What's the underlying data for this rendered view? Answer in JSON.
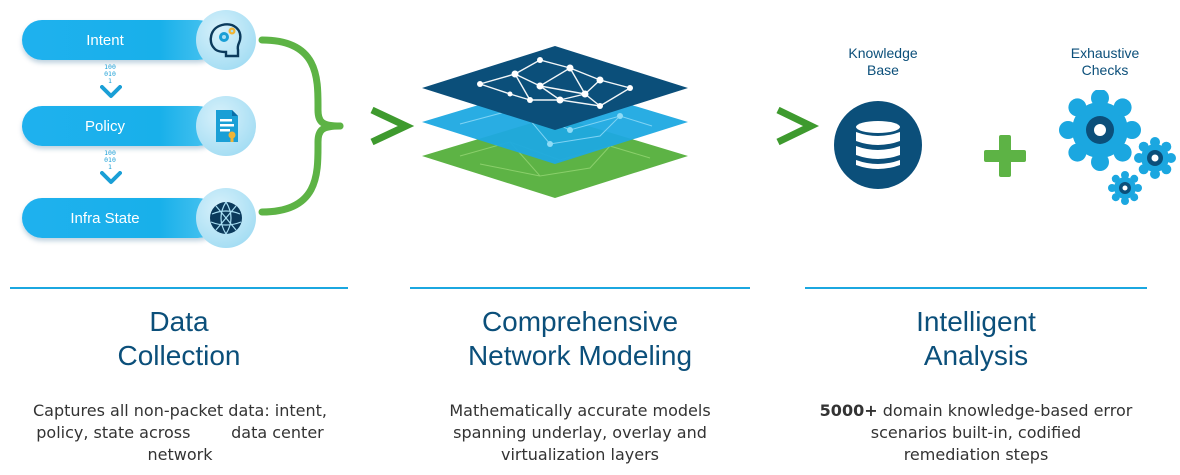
{
  "inputs": [
    {
      "label": "Intent",
      "icon": "brain-gear-icon"
    },
    {
      "label": "Policy",
      "icon": "policy-document-icon"
    },
    {
      "label": "Infra State",
      "icon": "globe-network-icon"
    }
  ],
  "binary": {
    "lines": [
      "100",
      "010",
      "1"
    ]
  },
  "analysis": {
    "knowledge_label": "Knowledge Base",
    "checks_label": "Exhaustive Checks"
  },
  "sections": [
    {
      "title_line1": "Data",
      "title_line2": "Collection",
      "desc_line1": "Captures all non-packet data: intent,",
      "desc_line2": "policy, state across        data center",
      "desc_line3": "network"
    },
    {
      "title_line1": "Comprehensive",
      "title_line2": "Network Modeling",
      "desc_line1": "Mathematically accurate models",
      "desc_line2": "spanning underlay, overlay and",
      "desc_line3": "virtualization layers"
    },
    {
      "title_line1": "Intelligent",
      "title_line2": "Analysis",
      "desc_bold": "5000+",
      "desc_line1": " domain knowledge-based error",
      "desc_line2": "scenarios built-in, codified",
      "desc_line3": "remediation steps"
    }
  ],
  "colors": {
    "accent_blue": "#1ba7e0",
    "heading_navy": "#0b4f7a",
    "arrow_green": "#5db345"
  }
}
